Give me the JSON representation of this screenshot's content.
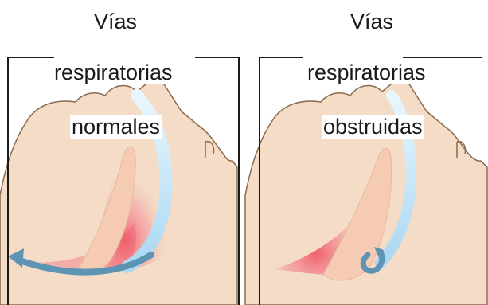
{
  "panels": [
    {
      "title": "Vías",
      "line1": "respiratorias",
      "line2": "normales"
    },
    {
      "title": "Vías",
      "line1": "respiratorias",
      "line2": "obstruidas"
    }
  ],
  "colors": {
    "skin": "#f4dcc6",
    "skin_outline": "#8a6a4e",
    "frame": "#1a1a1a",
    "airflow_light": "#bfe3f7",
    "airflow_arrow": "#5d93b3",
    "tissue_red": "#ef5a6a"
  },
  "icons": [
    "airflow-arrow-icon",
    "blocked-airflow-curl-icon",
    "ear-icon"
  ]
}
